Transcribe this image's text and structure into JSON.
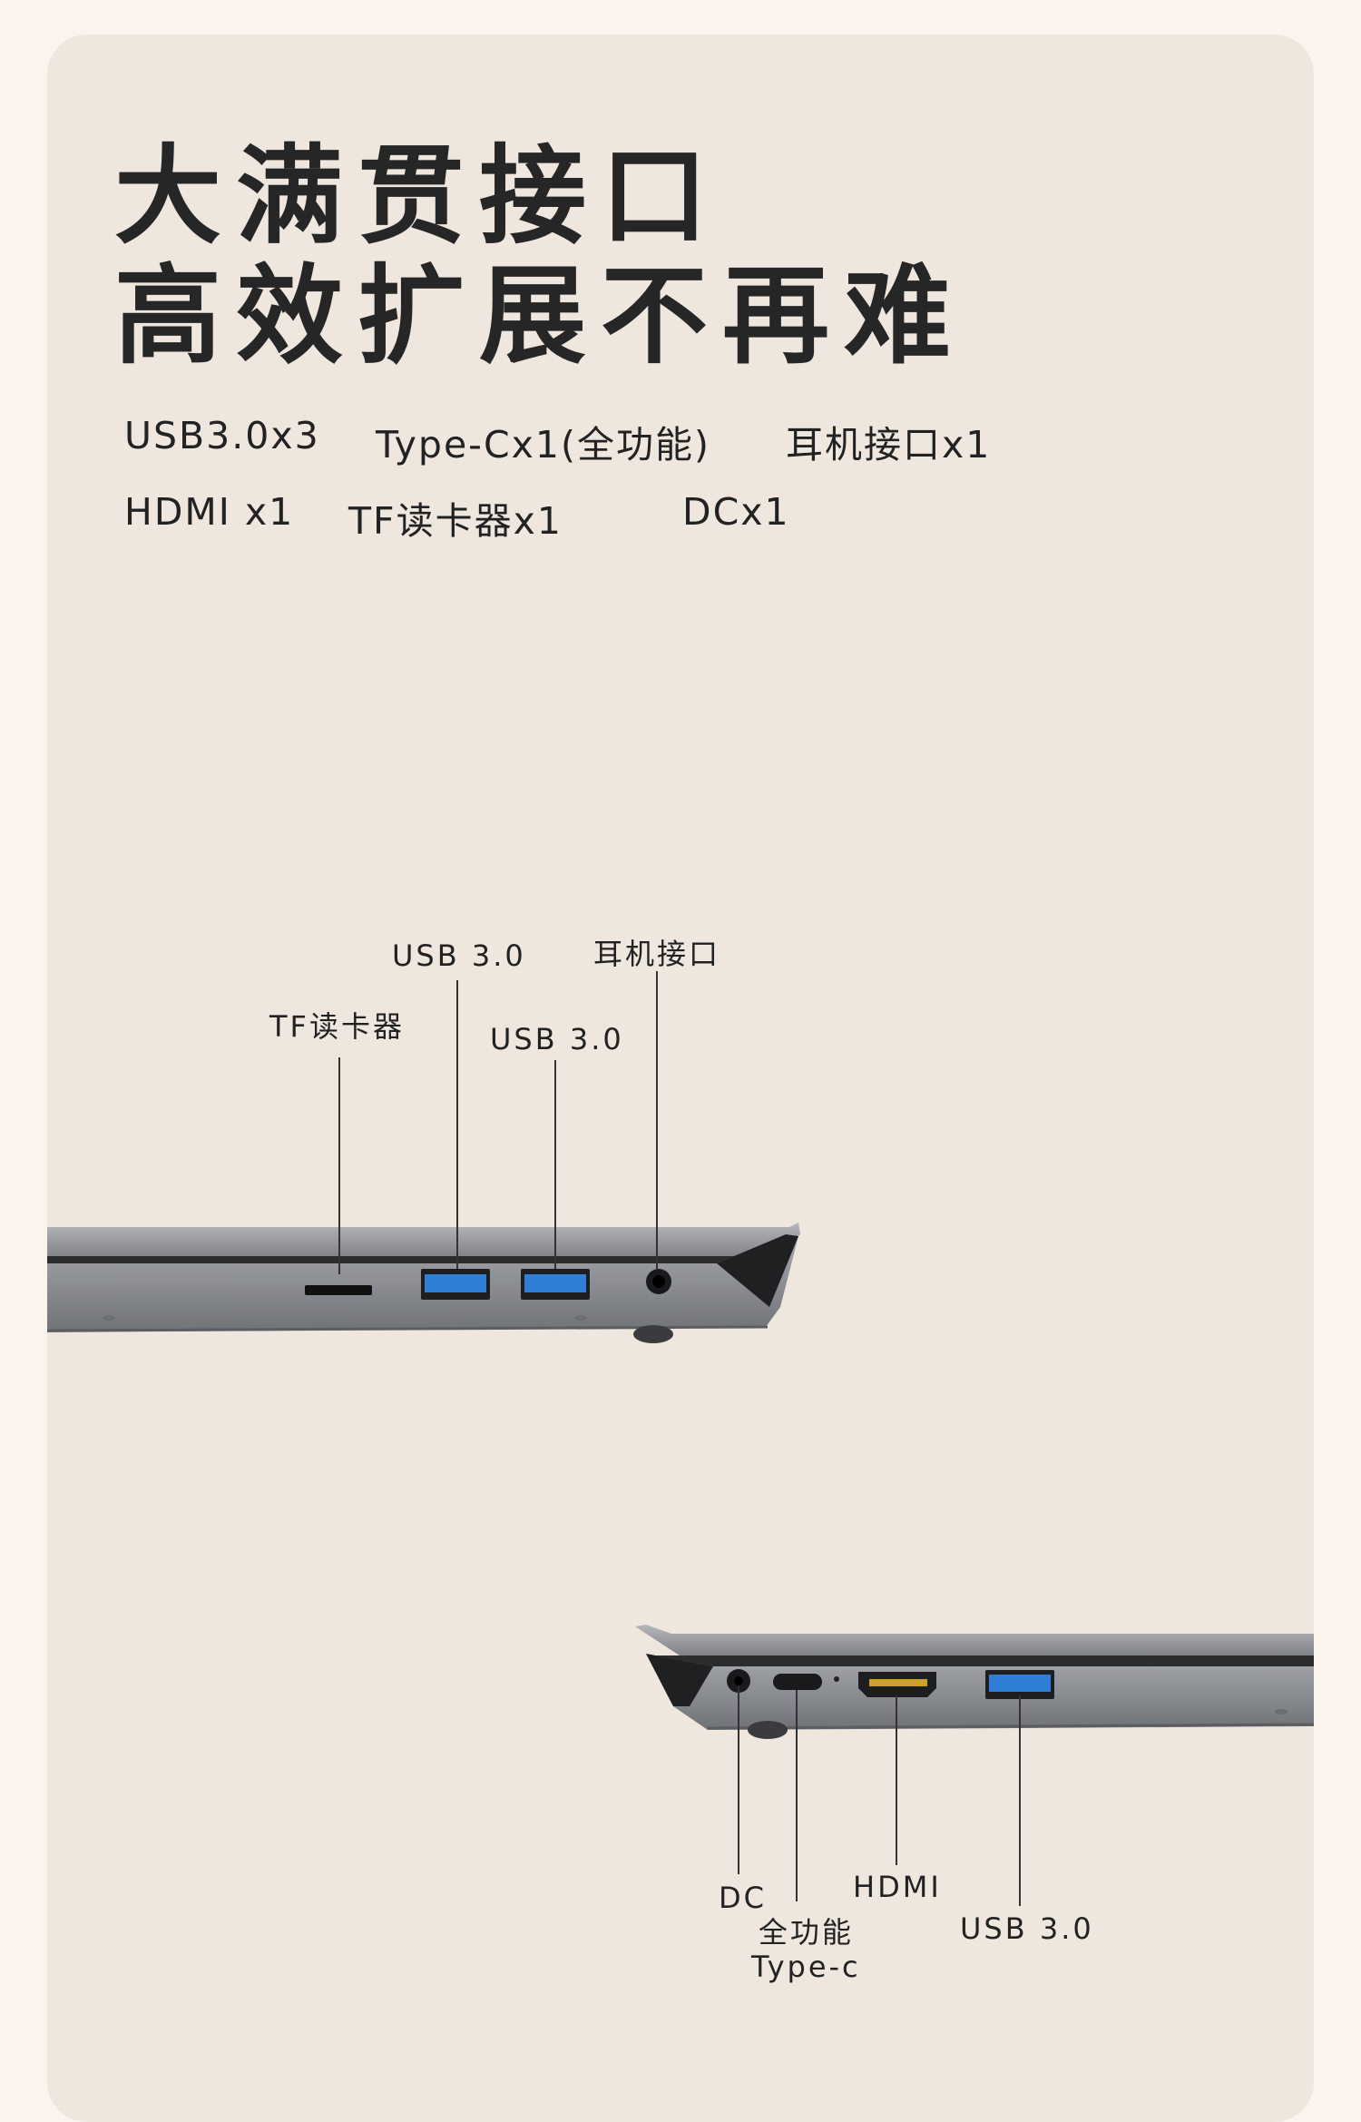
{
  "headline": {
    "line1": "大满贯接口",
    "line2": "高效扩展不再难"
  },
  "specs": [
    "USB3.0x3",
    "Type-Cx1(全功能)",
    "耳机接口x1",
    "HDMI x1",
    "TF读卡器x1",
    "DCx1"
  ],
  "left_side_ports": {
    "usb_upper": "USB 3.0",
    "headphone": "耳机接口",
    "tf_reader": "TF读卡器",
    "usb_lower": "USB 3.0"
  },
  "right_side_ports": {
    "dc": "DC",
    "typec_line1": "全功能",
    "typec_line2": "Type-c",
    "hdmi": "HDMI",
    "usb": "USB 3.0"
  },
  "colors": {
    "page_bg": "#fbf4ec",
    "panel_bg": "#efe6de",
    "laptop_body": "#8a8d92",
    "usb_blue": "#2f7fd6"
  }
}
